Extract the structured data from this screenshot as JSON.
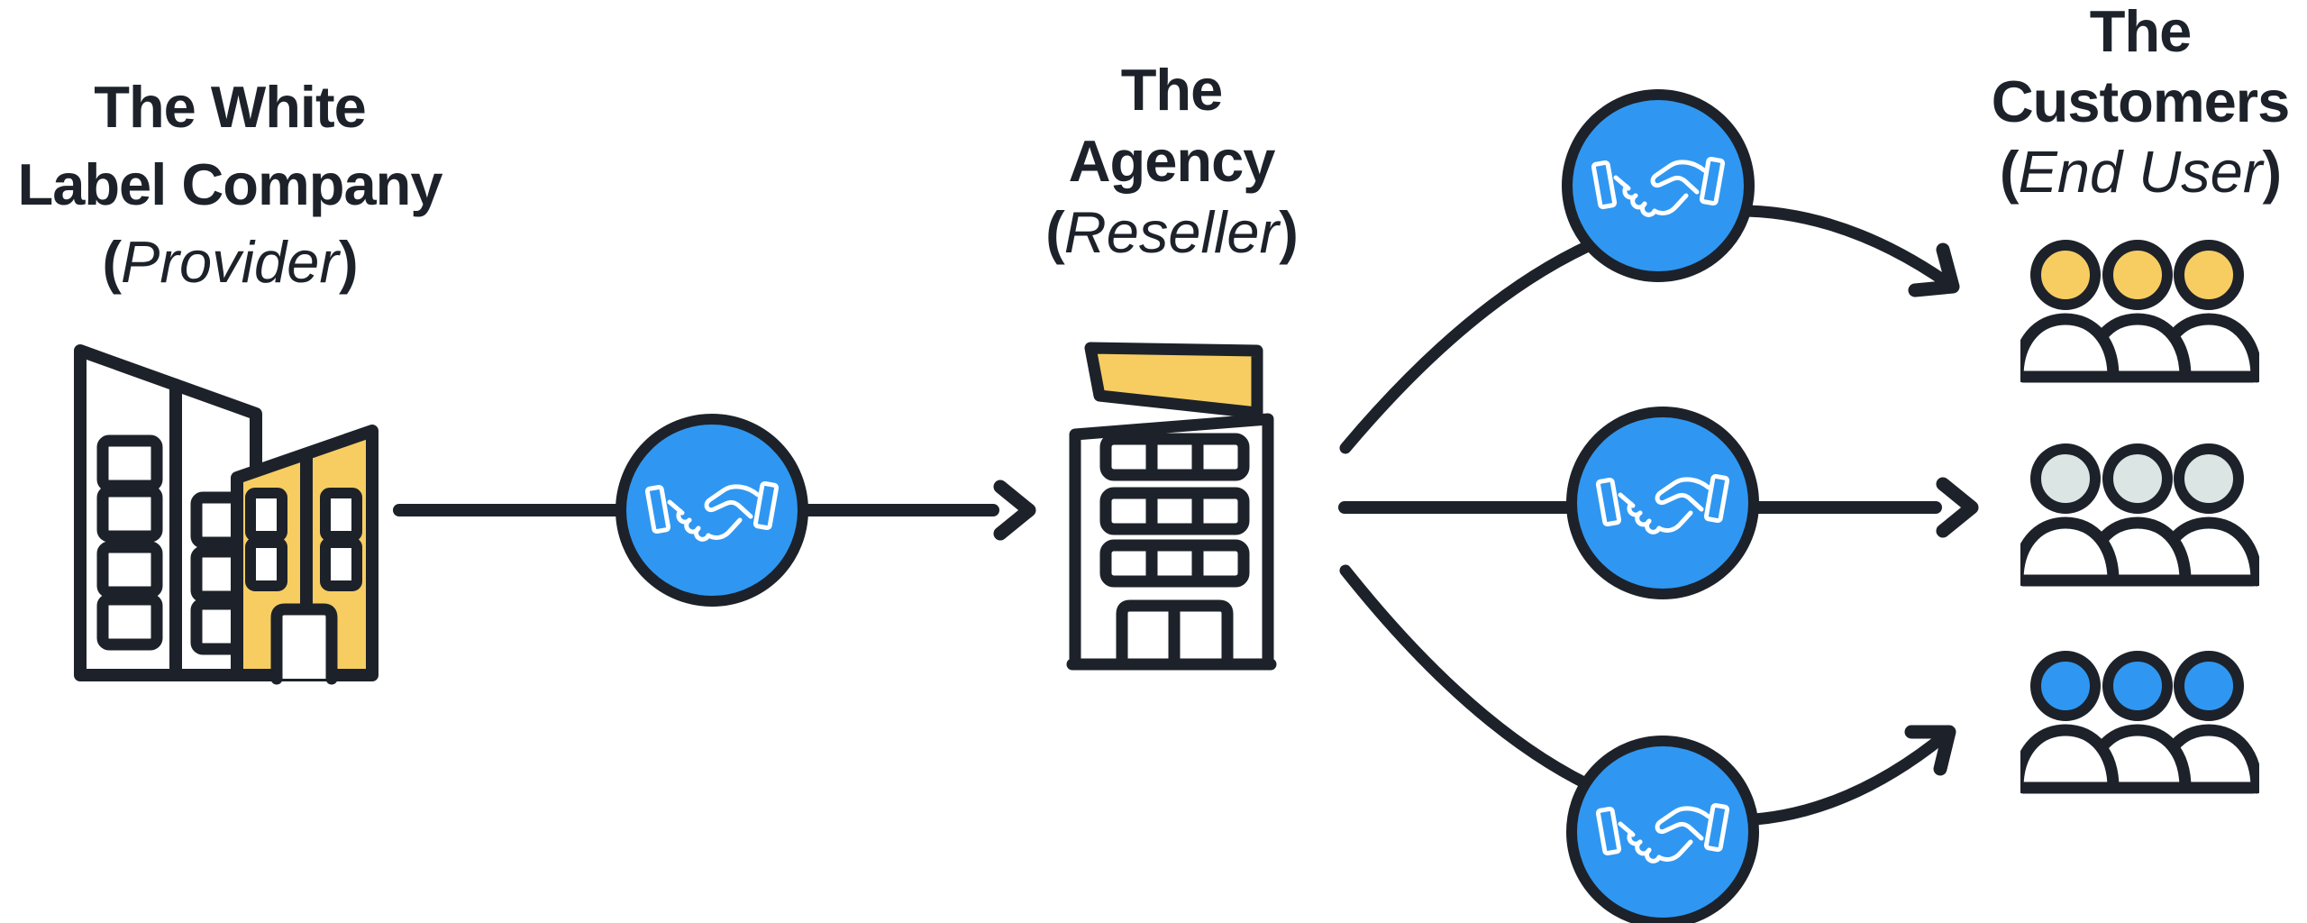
{
  "colors": {
    "ink": "#1d222a",
    "blue": "#2f97f1",
    "yellow": "#f7cd62",
    "pale": "#dbe5e4",
    "paper": "#ffffff"
  },
  "titles": {
    "provider": {
      "line1": "The White",
      "line2": "Label Company",
      "paren_open": "(",
      "role": "Provider",
      "paren_close": ")"
    },
    "agency": {
      "line1": "The",
      "line2": "Agency",
      "paren_open": "(",
      "role": "Reseller",
      "paren_close": ")"
    },
    "customers": {
      "line1": "The",
      "line2": "Customers",
      "paren_open": "(",
      "role": "End User",
      "paren_close": ")"
    }
  },
  "icons": {
    "provider_building": "office-buildings-icon",
    "agency_building": "office-building-icon",
    "handshake": "handshake-icon",
    "customer_group": "people-group-icon"
  },
  "customer_groups": [
    {
      "head_color": "#f7cd62"
    },
    {
      "head_color": "#dbe5e4"
    },
    {
      "head_color": "#2f97f1"
    }
  ],
  "connections": [
    {
      "from": "provider",
      "to": "agency",
      "via": "handshake",
      "style": "straight-arrow"
    },
    {
      "from": "agency",
      "to": "customer-group-1",
      "via": "handshake",
      "style": "curved-arrow-up"
    },
    {
      "from": "agency",
      "to": "customer-group-2",
      "via": "handshake",
      "style": "straight-arrow"
    },
    {
      "from": "agency",
      "to": "customer-group-3",
      "via": "handshake",
      "style": "curved-arrow-down"
    }
  ]
}
